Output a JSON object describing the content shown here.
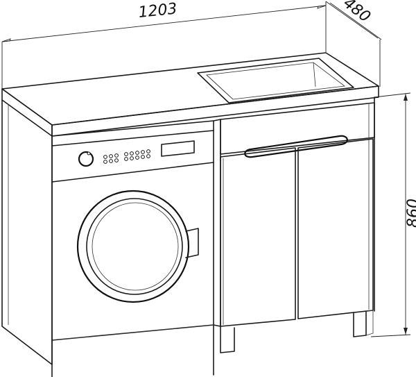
{
  "dimensions": {
    "width": "1203",
    "depth": "480",
    "height": "860"
  },
  "colors": {
    "line": "#1a1a1a",
    "background": "#ffffff"
  }
}
